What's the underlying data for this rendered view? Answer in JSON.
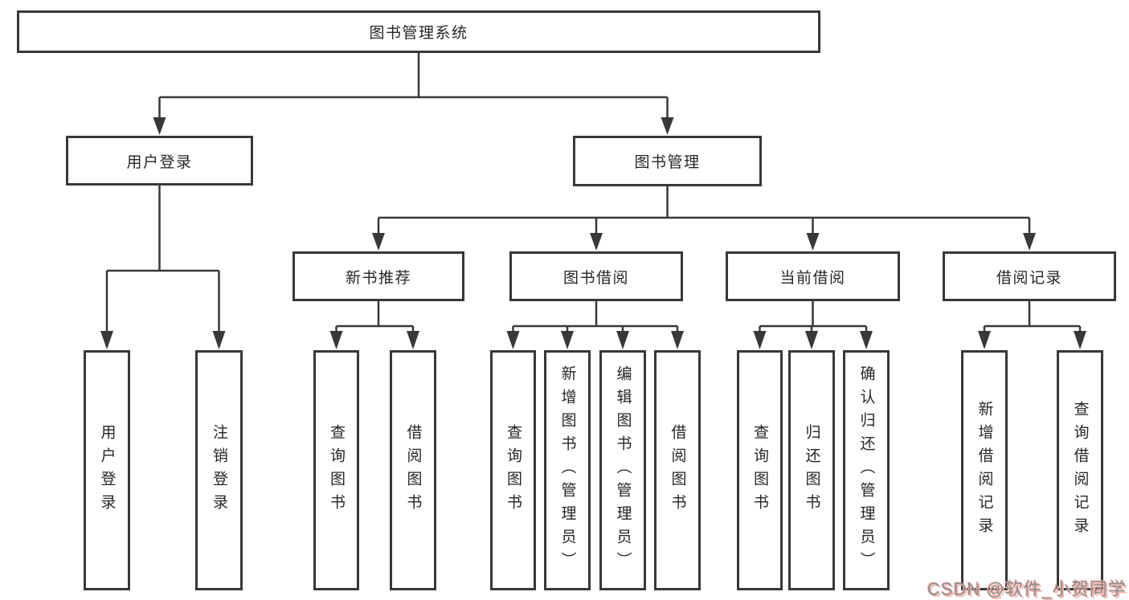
{
  "nodes": {
    "root": {
      "label": "图书管理系统"
    },
    "login": {
      "label": "用户登录"
    },
    "mgmt": {
      "label": "图书管理"
    },
    "newbook": {
      "label": "新书推荐"
    },
    "borrow": {
      "label": "图书借阅"
    },
    "current": {
      "label": "当前借阅"
    },
    "records": {
      "label": "借阅记录"
    },
    "leaf_user_login": {
      "label": "用户登录"
    },
    "leaf_logout": {
      "label": "注销登录"
    },
    "leaf_nb_query": {
      "label": "查询图书"
    },
    "leaf_nb_borrow": {
      "label": "借阅图书"
    },
    "leaf_bw_query": {
      "label": "查询图书"
    },
    "leaf_bw_add": {
      "label": "新增图书（管理员）"
    },
    "leaf_bw_edit": {
      "label": "编辑图书（管理员）"
    },
    "leaf_bw_borrow": {
      "label": "借阅图书"
    },
    "leaf_cur_query": {
      "label": "查询图书"
    },
    "leaf_cur_return": {
      "label": "归还图书"
    },
    "leaf_cur_confirm": {
      "label": "确认归还（管理员）"
    },
    "leaf_rec_add": {
      "label": "新增借阅记录"
    },
    "leaf_rec_query": {
      "label": "查询借阅记录"
    }
  },
  "hierarchy": {
    "图书管理系统": {
      "用户登录": [
        "用户登录",
        "注销登录"
      ],
      "图书管理": {
        "新书推荐": [
          "查询图书",
          "借阅图书"
        ],
        "图书借阅": [
          "查询图书",
          "新增图书（管理员）",
          "编辑图书（管理员）",
          "借阅图书"
        ],
        "当前借阅": [
          "查询图书",
          "归还图书",
          "确认归还（管理员）"
        ],
        "借阅记录": [
          "新增借阅记录",
          "查询借阅记录"
        ]
      }
    }
  },
  "watermark": {
    "text": "CSDN @软件_小贺同学"
  },
  "colors": {
    "line": "#383838",
    "text": "#262626",
    "background": "#ffffff",
    "watermark_gray": "#8d8d8d",
    "watermark_pink": "#f5afa7"
  }
}
